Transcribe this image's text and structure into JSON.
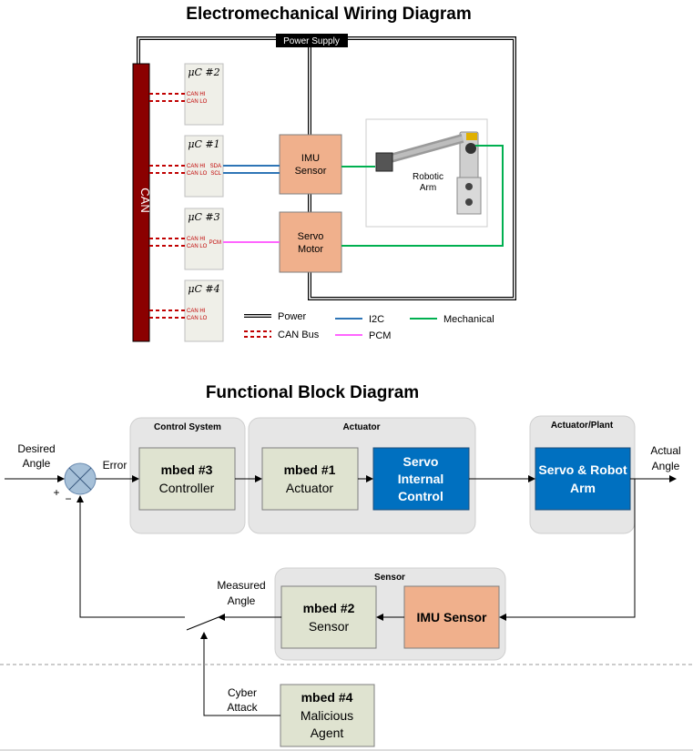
{
  "wiring": {
    "title": "Electromechanical Wiring Diagram",
    "power_supply": "Power Supply",
    "can": "CAN",
    "mu_symbol": "μC",
    "controllers": [
      {
        "id": "#2",
        "pins": [
          "CAN HI",
          "CAN LO"
        ],
        "side": []
      },
      {
        "id": "#1",
        "pins": [
          "CAN HI",
          "CAN LO"
        ],
        "side": [
          "SDA",
          "SCL"
        ]
      },
      {
        "id": "#3",
        "pins": [
          "CAN HI",
          "CAN LO"
        ],
        "side": [
          "PCM"
        ]
      },
      {
        "id": "#4",
        "pins": [
          "CAN HI",
          "CAN LO"
        ],
        "side": []
      }
    ],
    "imu": [
      "IMU",
      "Sensor"
    ],
    "servo": [
      "Servo",
      "Motor"
    ],
    "robot": [
      "Robotic",
      "Arm"
    ],
    "legend": {
      "power": "Power",
      "can_bus": "CAN Bus",
      "i2c": "I2C",
      "pcm": "PCM",
      "mechanical": "Mechanical"
    },
    "colors": {
      "can_bar": "#8b0000",
      "can_dash": "#c00000",
      "i2c": "#2e75b6",
      "pcm": "#ff66ff",
      "mechanical": "#00b050",
      "block_fill": "#f0b08c",
      "uc_fill": "#efefe8"
    }
  },
  "functional": {
    "title": "Functional Block Diagram",
    "desired_angle": [
      "Desired",
      "Angle"
    ],
    "error": "Error",
    "plus": "+",
    "minus": "−",
    "groups": {
      "control_system": "Control System",
      "actuator": "Actuator",
      "actuator_plant": "Actuator/Plant",
      "sensor": "Sensor"
    },
    "blocks": {
      "mbed3": [
        "mbed #3",
        "Controller"
      ],
      "mbed1": [
        "mbed #1",
        "Actuator"
      ],
      "servo_internal": [
        "Servo",
        "Internal",
        "Control"
      ],
      "servo_robot": [
        "Servo & Robot",
        "Arm"
      ],
      "imu_sensor": "IMU Sensor",
      "mbed2": [
        "mbed #2",
        "Sensor"
      ],
      "mbed4": [
        "mbed #4",
        "Malicious",
        "Agent"
      ]
    },
    "actual_angle": [
      "Actual",
      "Angle"
    ],
    "measured_angle": [
      "Measured",
      "Angle"
    ],
    "cyber_attack": [
      "Cyber",
      "Attack"
    ],
    "colors": {
      "group_fill": "#e6e6e6",
      "block_fill": "#dfe3d0",
      "blue_fill": "#0070c0",
      "imu_fill": "#f0b08c",
      "summer_fill": "#a6c0d8"
    }
  }
}
